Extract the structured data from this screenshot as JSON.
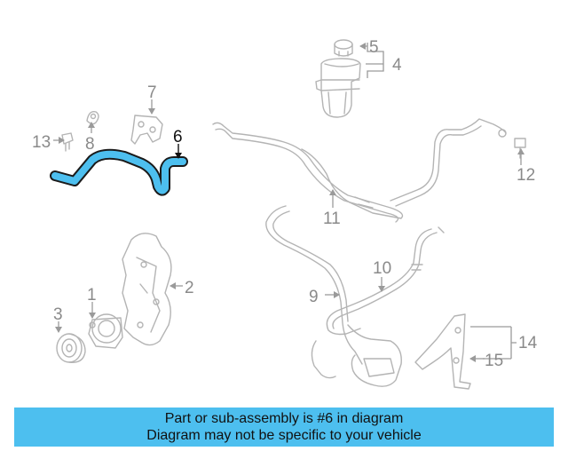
{
  "diagram": {
    "callouts": {
      "c1": "1",
      "c2": "2",
      "c3": "3",
      "c4": "4",
      "c5": "5",
      "c6": "6",
      "c7": "7",
      "c8": "8",
      "c9": "9",
      "c10": "10",
      "c11": "11",
      "c12": "12",
      "c13": "13",
      "c14": "14",
      "c15": "15"
    },
    "highlight_part": "6",
    "colors": {
      "line_art": "#b4b4b4",
      "highlight_fill": "#4dbfef",
      "highlight_stroke": "#1a1a1a",
      "banner_bg": "#4dbfef"
    }
  },
  "banner": {
    "line1": "Part or sub-assembly is #6 in diagram",
    "line2": "Diagram may not be specific to your vehicle"
  }
}
